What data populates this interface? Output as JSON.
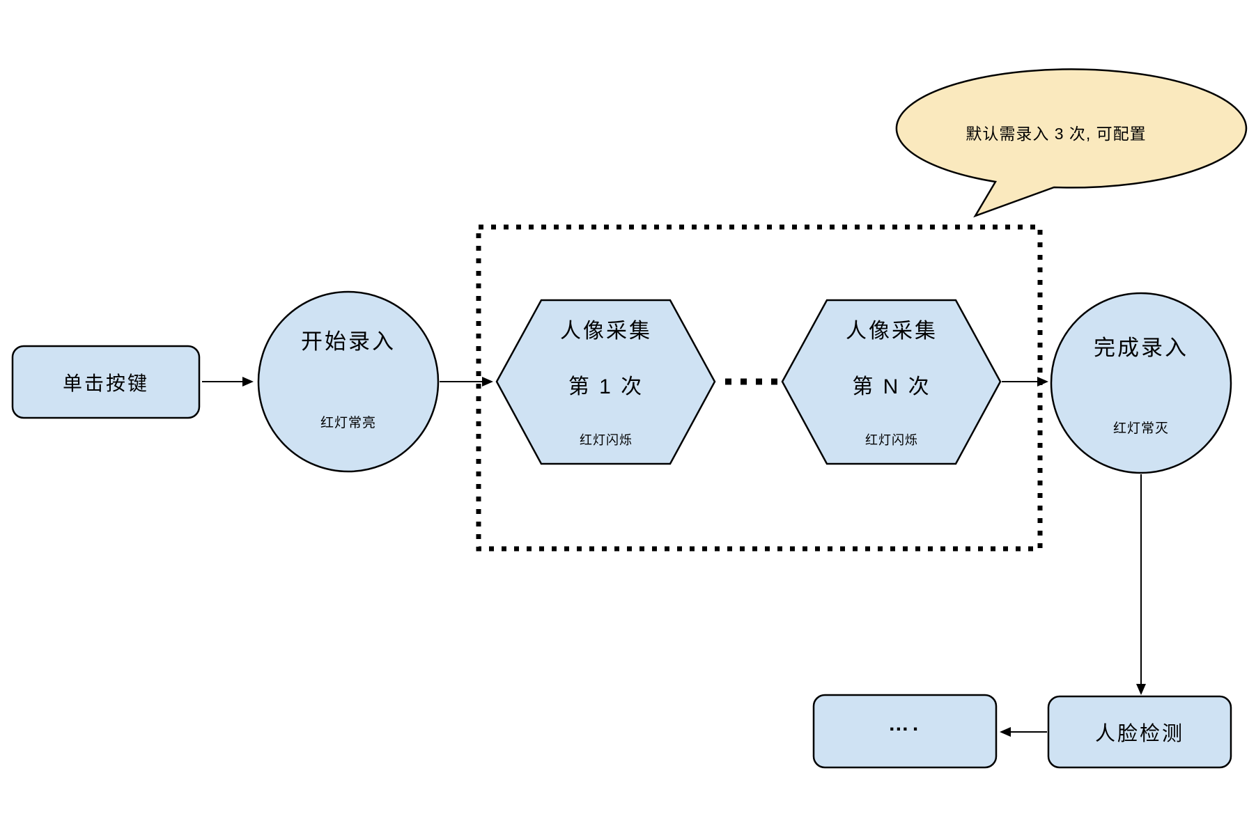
{
  "diagram": {
    "colors": {
      "node_fill": "#CFE2F3",
      "node_stroke": "#000000",
      "callout_fill": "#FAE9BE",
      "arrow": "#000000"
    },
    "nodes": {
      "click_button": {
        "label": "单击按键"
      },
      "start_capture": {
        "label": "开始录入",
        "status": "红灯常亮"
      },
      "capture_first": {
        "line1": "人像采集",
        "line2": "第 1 次",
        "status": "红灯闪烁"
      },
      "capture_nth": {
        "line1": "人像采集",
        "line2": "第 N 次",
        "status": "红灯闪烁"
      },
      "finish_capture": {
        "label": "完成录入",
        "status": "红灯常灭"
      },
      "face_detection": {
        "label": "人脸检测"
      },
      "more_steps": {
        "label": "…."
      }
    },
    "callout": {
      "text": "默认需录入 3 次, 可配置"
    }
  }
}
